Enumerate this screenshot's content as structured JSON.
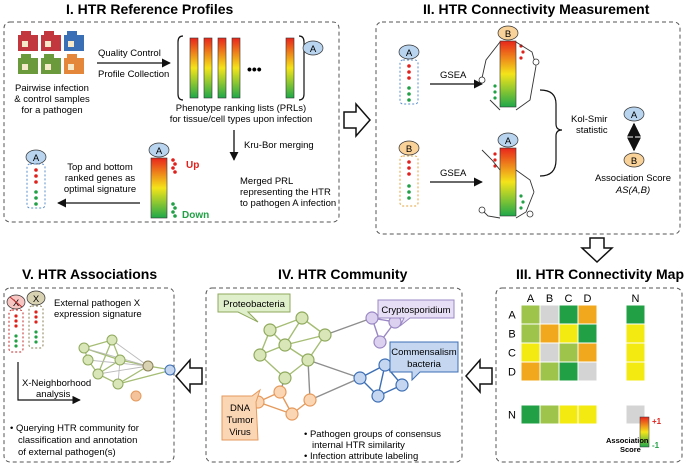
{
  "panels": {
    "p1": {
      "title": "I. HTR Reference Profiles",
      "qc": "Quality Control",
      "pc": "Profile Collection",
      "samples1": "Pairwise infection",
      "samples2": "& control samples",
      "samples3": "for a pathogen",
      "prl1": "Phenotype ranking lists (PRLs)",
      "prl2": "for tissue/cell types upon infection",
      "ellipsis": "•••",
      "badge": "A",
      "krubor": "Kru-Bor merging",
      "up": "Up",
      "down": "Down",
      "merged1": "Merged PRL",
      "merged2": "representing the HTR",
      "merged3": "to pathogen A infection",
      "sig1": "Top and bottom",
      "sig2": "ranked genes as",
      "sig3": "optimal signature"
    },
    "p2": {
      "title": "II. HTR Connectivity Measurement",
      "a": "A",
      "b": "B",
      "gsea": "GSEA",
      "kol1": "Kol-Smir",
      "kol2": "statistic",
      "assoc": "Association Score",
      "as_func": "AS(A,B)"
    },
    "p3": {
      "title": "III. HTR Connectivity Map",
      "cols": [
        "A",
        "B",
        "C",
        "D"
      ],
      "rows": [
        "A",
        "B",
        "C",
        "D"
      ],
      "n_col": "N",
      "n_row": "N",
      "legend1": "Association",
      "legend2": "Score",
      "plus": "+1",
      "minus": "-1",
      "grid": [
        [
          "#9ec44c",
          "#d4d4d4",
          "#22a045",
          "#f2a81d"
        ],
        [
          "#9ec44c",
          "#f2a81d",
          "#f2ea10",
          "#22a045"
        ],
        [
          "#f2ea10",
          "#d4d4d4",
          "#9ec44c",
          "#f2a81d"
        ],
        [
          "#f2a81d",
          "#9ec44c",
          "#22a045",
          "#d4d4d4"
        ]
      ],
      "ncol": [
        "#22a045",
        "#f2ea10",
        "#f2ea10",
        "#f2ea10"
      ],
      "nrow": [
        "#22a045",
        "#9ec44c",
        "#f2ea10",
        "#f2ea10"
      ],
      "nn": "#d4d4d4"
    },
    "p4": {
      "title": "IV. HTR Community",
      "proteo": "Proteobacteria",
      "crypto": "Cryptosporidium",
      "comm1": "Commensalism",
      "comm2": "bacteria",
      "dna1": "DNA",
      "dna2": "Tumor",
      "dna3": "Virus",
      "b1": "Pathogen groups of consensus",
      "b2": "internal HTR similarity",
      "b3": "Infection attribute labeling"
    },
    "p5": {
      "title": "V. HTR Associations",
      "x": "X",
      "ext1": "External pathogen X",
      "ext2": "expression signature",
      "nbh1": "X-Neighborhood",
      "nbh2": "analysis",
      "q1": "Querying HTR community for",
      "q2": "classification and annotation",
      "q3": "of external pathogen(s)"
    }
  },
  "colors": {
    "up": "#e0201a",
    "down": "#22a045",
    "badge_blue": "#b8d4ef",
    "badge_orange": "#f9d29a"
  }
}
